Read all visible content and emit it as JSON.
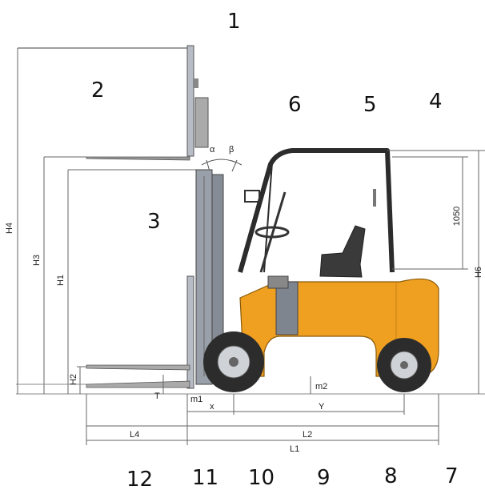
{
  "callouts": {
    "n1": "1",
    "n2": "2",
    "n3": "3",
    "n4": "4",
    "n5": "5",
    "n6": "6",
    "n7": "7",
    "n8": "8",
    "n9": "9",
    "n10": "10",
    "n11": "11",
    "n12": "12"
  },
  "dimensions": {
    "h1": "H1",
    "h2": "H2",
    "h3": "H3",
    "h4": "H4",
    "h6": "H6",
    "t": "T",
    "m1": "m1",
    "m2": "m2",
    "x": "x",
    "y": "Y",
    "l1": "L1",
    "l2": "L2",
    "l4": "L4",
    "alpha": "α",
    "beta": "β",
    "cab_height": "1050"
  },
  "colors": {
    "body": "#f0a020",
    "body_dark": "#c97e12",
    "mast": "#9aa0aa",
    "dark": "#2c2c2c",
    "line": "#555555"
  }
}
